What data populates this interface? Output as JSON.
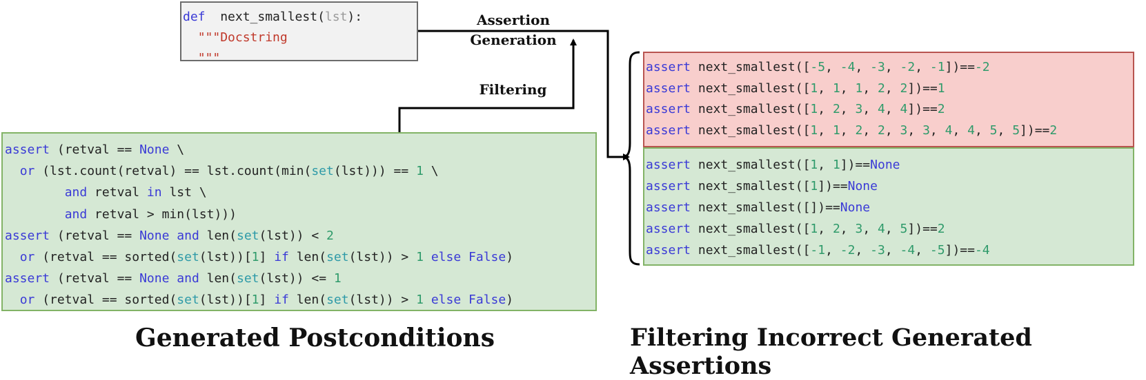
{
  "function_box": {
    "lines": [
      [
        [
          "kw",
          "def"
        ],
        [
          "",
          "  next_smallest("
        ],
        [
          "gray",
          "lst"
        ],
        [
          "",
          "):"
        ]
      ],
      [
        [
          "",
          "  "
        ],
        [
          "str",
          "\"\"\"Docstring"
        ]
      ],
      [
        [
          "",
          "  "
        ],
        [
          "str",
          "\"\"\""
        ]
      ]
    ]
  },
  "postconditions_box": {
    "lines": [
      [
        [
          "kw",
          "assert"
        ],
        [
          "",
          " (retval == "
        ],
        [
          "kw",
          "None"
        ],
        [
          "",
          " \\"
        ]
      ],
      [
        [
          "",
          "  "
        ],
        [
          "kw",
          "or"
        ],
        [
          "",
          " (lst.count(retval) == lst.count(min("
        ],
        [
          "bi",
          "set"
        ],
        [
          "",
          "(lst))) == "
        ],
        [
          "num",
          "1"
        ],
        [
          "",
          " \\"
        ]
      ],
      [
        [
          "",
          "        "
        ],
        [
          "kw",
          "and"
        ],
        [
          "",
          " retval "
        ],
        [
          "kw",
          "in"
        ],
        [
          "",
          " lst \\"
        ]
      ],
      [
        [
          "",
          "        "
        ],
        [
          "kw",
          "and"
        ],
        [
          "",
          " retval > min(lst)))"
        ]
      ],
      [
        [
          "kw",
          "assert"
        ],
        [
          "",
          " (retval == "
        ],
        [
          "kw",
          "None"
        ],
        [
          "",
          " "
        ],
        [
          "kw",
          "and"
        ],
        [
          "",
          " len("
        ],
        [
          "bi",
          "set"
        ],
        [
          "",
          "(lst)) < "
        ],
        [
          "num",
          "2"
        ],
        [
          ") \\"
        ]
      ],
      [
        [
          "",
          "  "
        ],
        [
          "kw",
          "or"
        ],
        [
          "",
          " (retval == sorted("
        ],
        [
          "bi",
          "set"
        ],
        [
          "",
          "(lst))["
        ],
        [
          "num",
          "1"
        ],
        [
          "",
          "] "
        ],
        [
          "kw",
          "if"
        ],
        [
          "",
          " len("
        ],
        [
          "bi",
          "set"
        ],
        [
          "",
          "(lst)) > "
        ],
        [
          "num",
          "1"
        ],
        [
          "",
          " "
        ],
        [
          "kw",
          "else"
        ],
        [
          "",
          " "
        ],
        [
          "kw",
          "False"
        ],
        [
          "",
          ")"
        ]
      ],
      [
        [
          "kw",
          "assert"
        ],
        [
          "",
          " (retval == "
        ],
        [
          "kw",
          "None"
        ],
        [
          "",
          " "
        ],
        [
          "kw",
          "and"
        ],
        [
          "",
          " len("
        ],
        [
          "bi",
          "set"
        ],
        [
          "",
          "(lst)) <= "
        ],
        [
          "num",
          "1"
        ],
        [
          ") \\"
        ]
      ],
      [
        [
          "",
          "  "
        ],
        [
          "kw",
          "or"
        ],
        [
          "",
          " (retval == sorted("
        ],
        [
          "bi",
          "set"
        ],
        [
          "",
          "(lst))["
        ],
        [
          "num",
          "1"
        ],
        [
          "",
          "] "
        ],
        [
          "kw",
          "if"
        ],
        [
          "",
          " len("
        ],
        [
          "bi",
          "set"
        ],
        [
          "",
          "(lst)) > "
        ],
        [
          "num",
          "1"
        ],
        [
          "",
          " "
        ],
        [
          "kw",
          "else"
        ],
        [
          "",
          " "
        ],
        [
          "kw",
          "False"
        ],
        [
          "",
          ")"
        ]
      ]
    ]
  },
  "incorrect_assertions": {
    "lines": [
      [
        [
          "kw",
          "assert"
        ],
        [
          "",
          " next_smallest(["
        ],
        [
          "num",
          "-5"
        ],
        [
          "",
          ", "
        ],
        [
          "num",
          "-4"
        ],
        [
          "",
          ", "
        ],
        [
          "num",
          "-3"
        ],
        [
          "",
          ", "
        ],
        [
          "num",
          "-2"
        ],
        [
          "",
          ", "
        ],
        [
          "num",
          "-1"
        ],
        [
          "",
          "])=="
        ],
        [
          "num",
          "-2"
        ]
      ],
      [
        [
          "kw",
          "assert"
        ],
        [
          "",
          " next_smallest(["
        ],
        [
          "num",
          "1"
        ],
        [
          "",
          ", "
        ],
        [
          "num",
          "1"
        ],
        [
          "",
          ", "
        ],
        [
          "num",
          "1"
        ],
        [
          "",
          ", "
        ],
        [
          "num",
          "2"
        ],
        [
          "",
          ", "
        ],
        [
          "num",
          "2"
        ],
        [
          "",
          "])=="
        ],
        [
          "num",
          "1"
        ]
      ],
      [
        [
          "kw",
          "assert"
        ],
        [
          "",
          " next_smallest(["
        ],
        [
          "num",
          "1"
        ],
        [
          "",
          ", "
        ],
        [
          "num",
          "2"
        ],
        [
          "",
          ", "
        ],
        [
          "num",
          "3"
        ],
        [
          "",
          ", "
        ],
        [
          "num",
          "4"
        ],
        [
          "",
          ", "
        ],
        [
          "num",
          "4"
        ],
        [
          "",
          "])=="
        ],
        [
          "num",
          "2"
        ]
      ],
      [
        [
          "kw",
          "assert"
        ],
        [
          "",
          " next_smallest(["
        ],
        [
          "num",
          "1"
        ],
        [
          "",
          ", "
        ],
        [
          "num",
          "1"
        ],
        [
          "",
          ", "
        ],
        [
          "num",
          "2"
        ],
        [
          "",
          ", "
        ],
        [
          "num",
          "2"
        ],
        [
          "",
          ", "
        ],
        [
          "num",
          "3"
        ],
        [
          "",
          ", "
        ],
        [
          "num",
          "3"
        ],
        [
          "",
          ", "
        ],
        [
          "num",
          "4"
        ],
        [
          "",
          ", "
        ],
        [
          "num",
          "4"
        ],
        [
          "",
          ", "
        ],
        [
          "num",
          "5"
        ],
        [
          "",
          ", "
        ],
        [
          "num",
          "5"
        ],
        [
          "",
          "])=="
        ],
        [
          "num",
          "2"
        ]
      ]
    ]
  },
  "correct_assertions": {
    "lines": [
      [
        [
          "kw",
          "assert"
        ],
        [
          "",
          " next_smallest(["
        ],
        [
          "num",
          "1"
        ],
        [
          "",
          ", "
        ],
        [
          "num",
          "1"
        ],
        [
          "",
          "])=="
        ],
        [
          "kw",
          "None"
        ]
      ],
      [
        [
          "kw",
          "assert"
        ],
        [
          "",
          " next_smallest(["
        ],
        [
          "num",
          "1"
        ],
        [
          "",
          "])=="
        ],
        [
          "kw",
          "None"
        ]
      ],
      [
        [
          "kw",
          "assert"
        ],
        [
          "",
          " next_smallest([])=="
        ],
        [
          "kw",
          "None"
        ]
      ],
      [
        [
          "kw",
          "assert"
        ],
        [
          "",
          " next_smallest(["
        ],
        [
          "num",
          "1"
        ],
        [
          "",
          ", "
        ],
        [
          "num",
          "2"
        ],
        [
          "",
          ", "
        ],
        [
          "num",
          "3"
        ],
        [
          "",
          ", "
        ],
        [
          "num",
          "4"
        ],
        [
          "",
          ", "
        ],
        [
          "num",
          "5"
        ],
        [
          "",
          "])=="
        ],
        [
          "num",
          "2"
        ]
      ],
      [
        [
          "kw",
          "assert"
        ],
        [
          "",
          " next_smallest(["
        ],
        [
          "num",
          "-1"
        ],
        [
          "",
          ", "
        ],
        [
          "num",
          "-2"
        ],
        [
          "",
          ", "
        ],
        [
          "num",
          "-3"
        ],
        [
          "",
          ", "
        ],
        [
          "num",
          "-4"
        ],
        [
          "",
          ", "
        ],
        [
          "num",
          "-5"
        ],
        [
          "",
          "])=="
        ],
        [
          "num",
          "-4"
        ]
      ]
    ]
  },
  "labels": {
    "assertion_generation_1": "Assertion",
    "assertion_generation_2": "Generation",
    "filtering": "Filtering",
    "generated_postconditions": "Generated Postconditions",
    "filtering_incorrect": "Filtering Incorrect Generated Assertions"
  },
  "colors": {
    "keyword": "#3a3ad6",
    "number": "#2e9a6a",
    "builtin": "#2e9aa8",
    "string": "#c0392b",
    "green_fill": "#d5e8d4",
    "red_fill": "#f8cecc",
    "gray_fill": "#f2f2f2"
  }
}
